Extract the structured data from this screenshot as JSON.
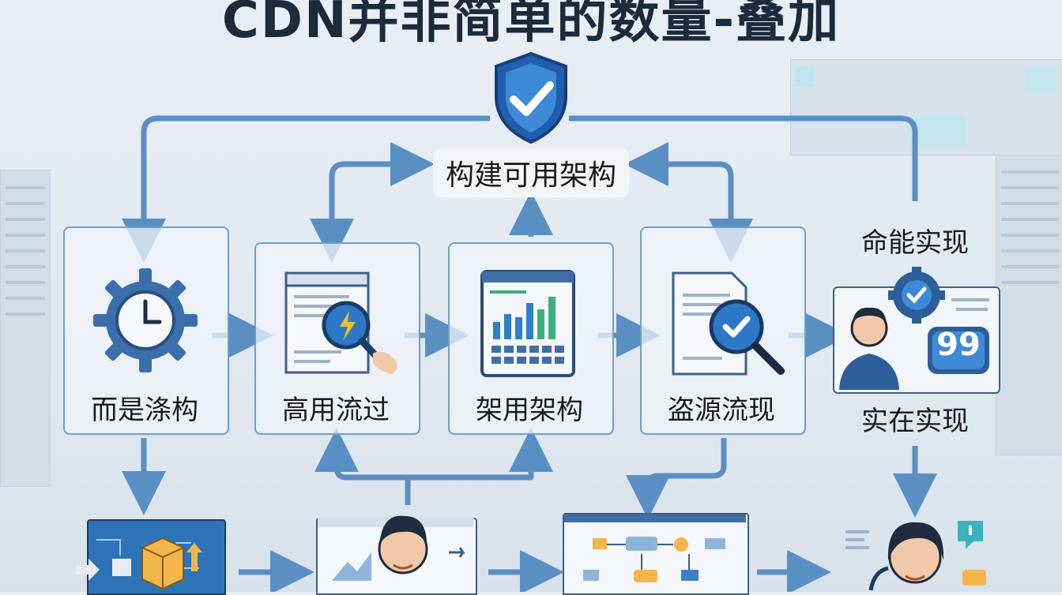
{
  "title": "CDN并非简单的数量-叠加",
  "center": {
    "label": "构建可用架构"
  },
  "nodes": [
    {
      "id": "gear",
      "label": "而是涤构",
      "icon": "clock-gear-icon"
    },
    {
      "id": "hl",
      "label": "高用流过",
      "icon": "lightning-magnifier-icon"
    },
    {
      "id": "arch",
      "label": "架用架构",
      "icon": "bar-chart-icon"
    },
    {
      "id": "origin",
      "label": "盗源流现",
      "icon": "document-check-magnifier-icon"
    }
  ],
  "right": {
    "top_label": "命能实现",
    "bottom_label": "实在实现",
    "badge": "99"
  },
  "colors": {
    "accent": "#3f7fc0",
    "line": "#5a8fc4",
    "icon_dark": "#2c5e99"
  }
}
